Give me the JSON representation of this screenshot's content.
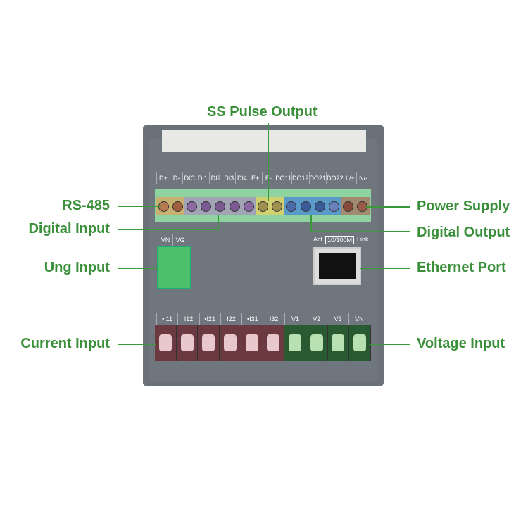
{
  "callouts": {
    "ss_pulse": "SS Pulse Output",
    "rs485": "RS-485",
    "digital_input": "Digital Input",
    "power_supply": "Power Supply",
    "digital_output": "Digital Output",
    "ung_input": "Ung Input",
    "ethernet_port": "Ethernet Port",
    "current_input": "Current Input",
    "voltage_input": "Voltage Input"
  },
  "top_terminals": [
    "D+",
    "D-",
    "DIC",
    "DI1",
    "DI2",
    "DI3",
    "DI4",
    "E+",
    "E-",
    "DO11",
    "DO12",
    "DO21",
    "DO22",
    "L/+",
    "N/-"
  ],
  "ung_terminals": [
    "VN",
    "VG"
  ],
  "ethernet": {
    "act": "Act",
    "speed": "10/100M",
    "link": "Link"
  },
  "bottom_terminals": [
    "•I11",
    "I12",
    "•I21",
    "I22",
    "•I31",
    "I32",
    "V1",
    "V2",
    "V3",
    "VN"
  ]
}
